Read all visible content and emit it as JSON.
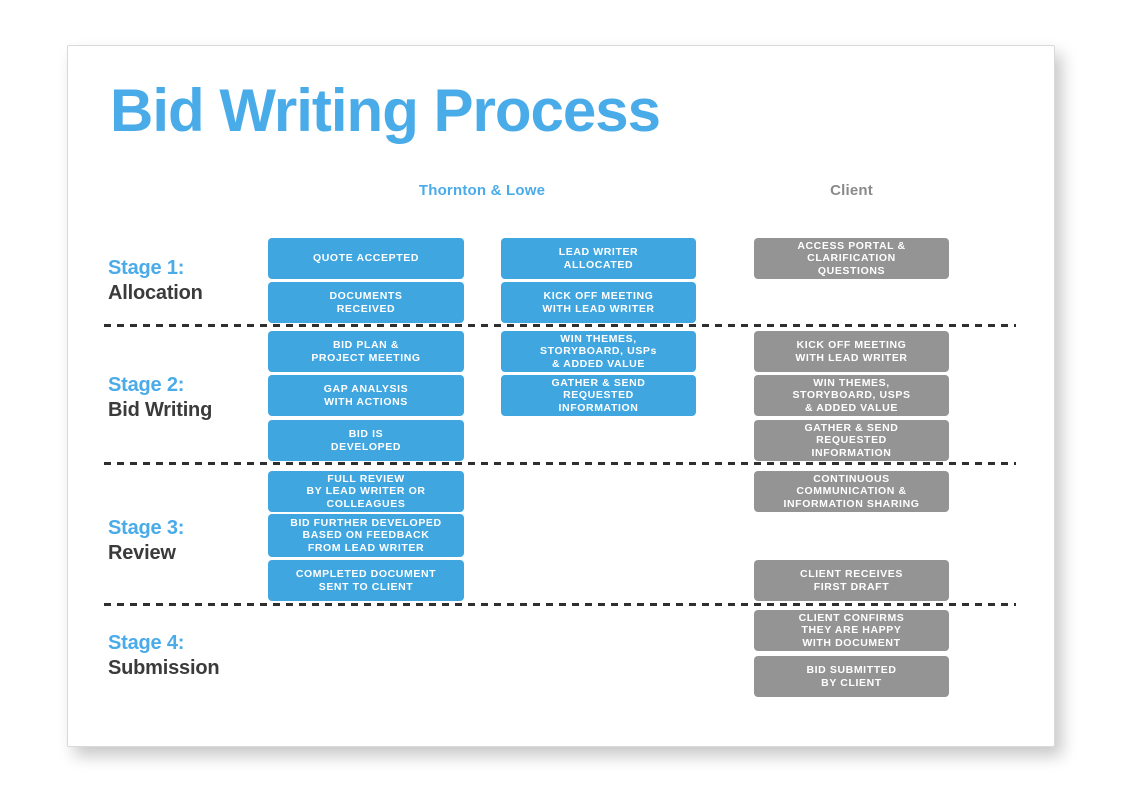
{
  "title": "Bid Writing Process",
  "column_headers": {
    "thornton_lowe": "Thornton & Lowe",
    "client": "Client"
  },
  "colors": {
    "accent_blue": "#4aabe9",
    "box_blue": "#40a6e0",
    "box_gray": "#949494",
    "client_header": "#8a8a8a",
    "stage_name": "#3b3b3b",
    "divider": "#2f2f2f"
  },
  "stages": [
    {
      "label": "Stage 1:",
      "name": "Allocation"
    },
    {
      "label": "Stage 2:",
      "name": "Bid Writing"
    },
    {
      "label": "Stage 3:",
      "name": "Review"
    },
    {
      "label": "Stage 4:",
      "name": "Submission"
    }
  ],
  "boxes": [
    {
      "label": "QUOTE ACCEPTED"
    },
    {
      "label": "DOCUMENTS\nRECEIVED"
    },
    {
      "label": "LEAD WRITER\nALLOCATED"
    },
    {
      "label": "KICK OFF MEETING\nWITH LEAD WRITER"
    },
    {
      "label": "ACCESS PORTAL &\nCLARIFICATION\nQUESTIONS"
    },
    {
      "label": "BID PLAN &\nPROJECT MEETING"
    },
    {
      "label": "GAP ANALYSIS\nWITH ACTIONS"
    },
    {
      "label": "BID IS\nDEVELOPED"
    },
    {
      "label": "WIN THEMES,\nSTORYBOARD, USPs\n& ADDED VALUE"
    },
    {
      "label": "GATHER & SEND\nREQUESTED\nINFORMATION"
    },
    {
      "label": "KICK OFF MEETING\nWITH LEAD WRITER"
    },
    {
      "label": "WIN THEMES,\nSTORYBOARD, USPS\n& ADDED VALUE"
    },
    {
      "label": "GATHER & SEND\nREQUESTED\nINFORMATION"
    },
    {
      "label": "FULL REVIEW\nBY LEAD WRITER OR\nCOLLEAGUES"
    },
    {
      "label": "BID FURTHER DEVELOPED\nBASED ON FEEDBACK\nFROM LEAD WRITER"
    },
    {
      "label": "COMPLETED DOCUMENT\nSENT TO CLIENT"
    },
    {
      "label": "CONTINUOUS\nCOMMUNICATION &\nINFORMATION SHARING"
    },
    {
      "label": "CLIENT RECEIVES\nFIRST DRAFT"
    },
    {
      "label": "CLIENT CONFIRMS\nTHEY ARE HAPPY\nWITH DOCUMENT"
    },
    {
      "label": "BID SUBMITTED\nBY CLIENT"
    }
  ]
}
